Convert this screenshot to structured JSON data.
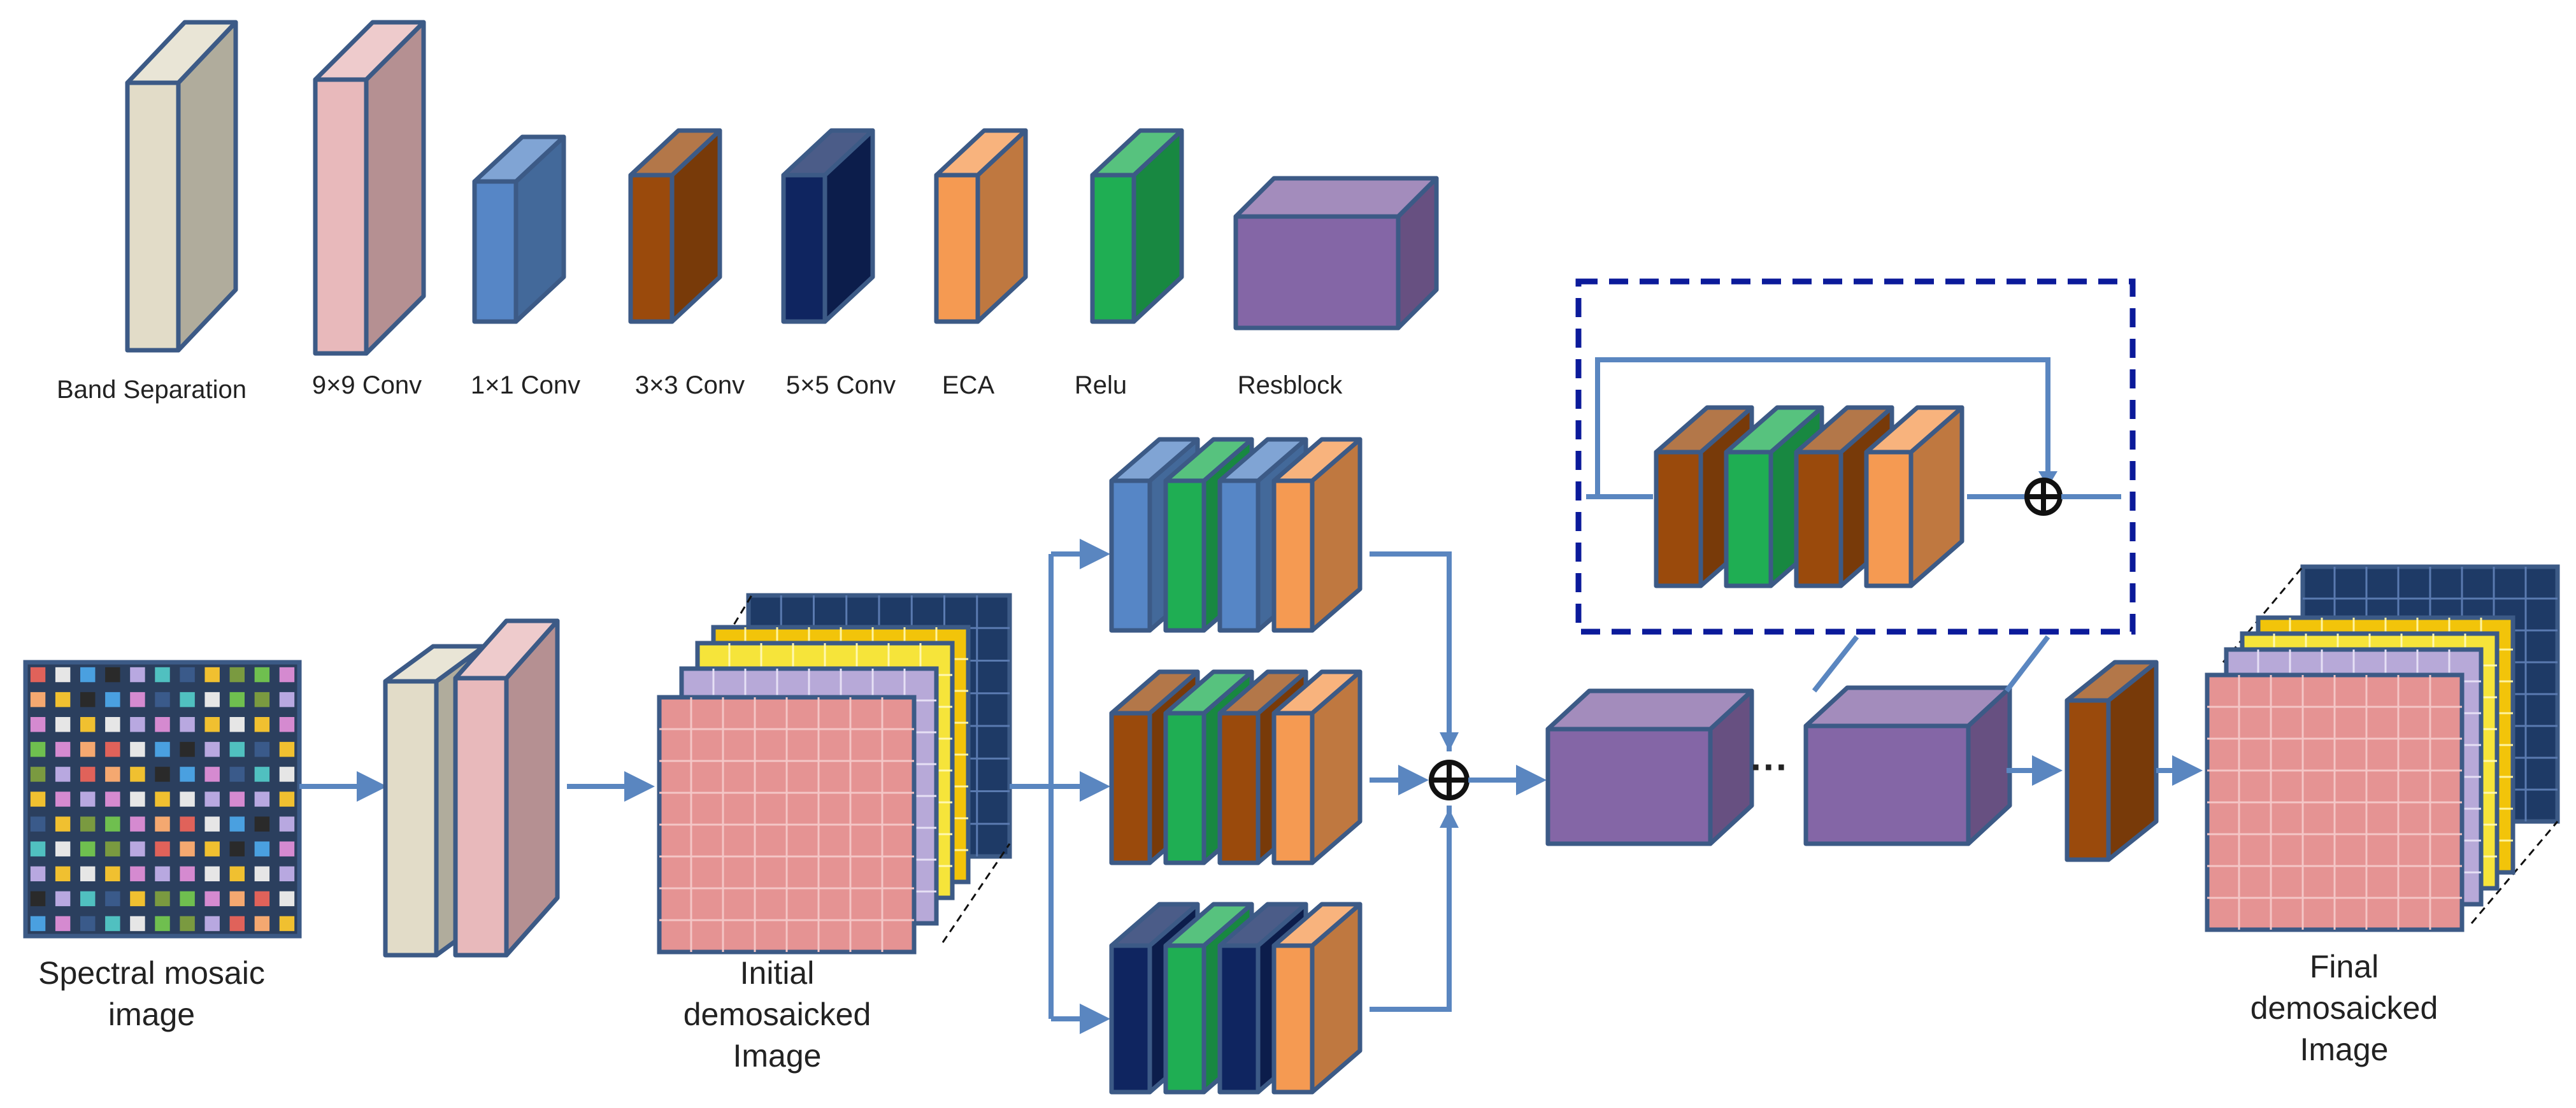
{
  "colors": {
    "band_separation": "#e2dcc8",
    "conv9x9": "#e8b9bb",
    "conv1x1": "#5686c6",
    "conv3x3": "#9a4a0c",
    "conv5x5": "#0f2560",
    "eca": "#f59a52",
    "relu": "#1fae53",
    "resblock": "#8466a6",
    "stroke": "#3c5a86",
    "arrow": "#5a86c0",
    "dashed_box": "#0b1a9a",
    "grid_pink": "#e59393",
    "grid_lavender": "#b7a9d8",
    "grid_yellow": "#f2c40a",
    "grid_navy": "#1e3a66"
  },
  "legend": [
    {
      "label": "Band Separation",
      "type": "band_separation"
    },
    {
      "label": "9×9 Conv",
      "type": "conv9x9"
    },
    {
      "label": "1×1 Conv",
      "type": "conv1x1"
    },
    {
      "label": "3×3 Conv",
      "type": "conv3x3"
    },
    {
      "label": "5×5 Conv",
      "type": "conv5x5"
    },
    {
      "label": "ECA",
      "type": "eca"
    },
    {
      "label": "Relu",
      "type": "relu"
    },
    {
      "label": "Resblock",
      "type": "resblock"
    }
  ],
  "labels": {
    "input": [
      "Spectral mosaic",
      "image"
    ],
    "initial": [
      "Initial",
      "demosaicked",
      "Image"
    ],
    "final": [
      "Final",
      "demosaicked",
      "Image"
    ],
    "ellipsis": "···",
    "sum_symbol": "⊕"
  },
  "branches": [
    [
      "conv1x1",
      "relu",
      "conv1x1",
      "eca"
    ],
    [
      "conv3x3",
      "relu",
      "conv3x3",
      "eca"
    ],
    [
      "conv5x5",
      "relu",
      "conv5x5",
      "eca"
    ]
  ],
  "resblock_detail": [
    "conv3x3",
    "relu",
    "conv3x3",
    "eca"
  ],
  "mosaic_palette": [
    "#e0625a",
    "#f0c030",
    "#4aa0e0",
    "#6fbf4f",
    "#b8a8e0",
    "#f4a870",
    "#3a5a8a",
    "#e6e6e6",
    "#7a9a40",
    "#2a2a2a",
    "#d58ad0",
    "#50c0c0"
  ]
}
